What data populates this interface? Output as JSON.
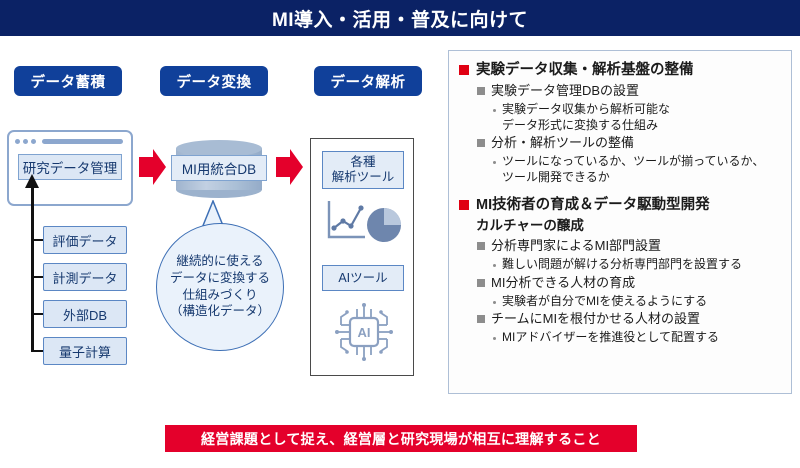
{
  "title": "MI導入・活用・普及に向けて",
  "colors": {
    "title_bar": "#0b2265",
    "pill": "#10409a",
    "arrow_red": "#e4002b",
    "banner": "#e4002b",
    "bullet_red": "#e00012",
    "bullet_gray": "#8d8d8d",
    "box_fill": "#dce7f5",
    "box_border": "#5b87c4"
  },
  "flow": {
    "stages": [
      {
        "label": "データ蓄積"
      },
      {
        "label": "データ変換"
      },
      {
        "label": "データ解析"
      }
    ],
    "accumulate": {
      "window_label": "研究データ管理",
      "window_icon": "browser-window-icon",
      "sources": [
        {
          "label": "評価データ"
        },
        {
          "label": "計測データ"
        },
        {
          "label": "外部DB"
        },
        {
          "label": "量子計算"
        }
      ]
    },
    "transform": {
      "db_label": "MI用統合DB",
      "db_icon": "database-cylinder-icon",
      "callout_lines": [
        "継続的に使える",
        "データに変換する",
        "仕組みづくり",
        "（構造化データ）"
      ]
    },
    "analyze": {
      "tools": [
        {
          "label_lines": [
            "各種",
            "解析ツール"
          ],
          "icons": [
            "line-chart-icon",
            "pie-chart-icon"
          ]
        },
        {
          "label_lines": [
            "AIツール"
          ],
          "icons": [
            "ai-chip-icon"
          ],
          "chip_text": "AI"
        }
      ]
    },
    "arrow_icon": "right-arrow-icon"
  },
  "info_panel": {
    "sections": [
      {
        "title": "実験データ収集・解析基盤の整備",
        "subtitle": "",
        "items": [
          {
            "label": "実験データ管理DBの設置",
            "details": [
              "実験データ収集から解析可能な\nデータ形式に変換する仕組み"
            ]
          },
          {
            "label": "分析・解析ツールの整備",
            "details": [
              "ツールになっているか、ツールが揃っているか、\nツール開発できるか"
            ]
          }
        ]
      },
      {
        "title": "MI技術者の育成＆データ駆動型開発",
        "subtitle": "カルチャーの醸成",
        "items": [
          {
            "label": "分析専門家によるMI部門設置",
            "details": [
              "難しい問題が解ける分析専門部門を設置する"
            ]
          },
          {
            "label": "MI分析できる人材の育成",
            "details": [
              "実験者が自分でMIを使えるようにする"
            ]
          },
          {
            "label": "チームにMIを根付かせる人材の設置",
            "details": [
              "MIアドバイザーを推進役として配置する"
            ]
          }
        ]
      }
    ]
  },
  "banner": {
    "text": "経営課題として捉え、経営層と研究現場が相互に理解すること"
  }
}
